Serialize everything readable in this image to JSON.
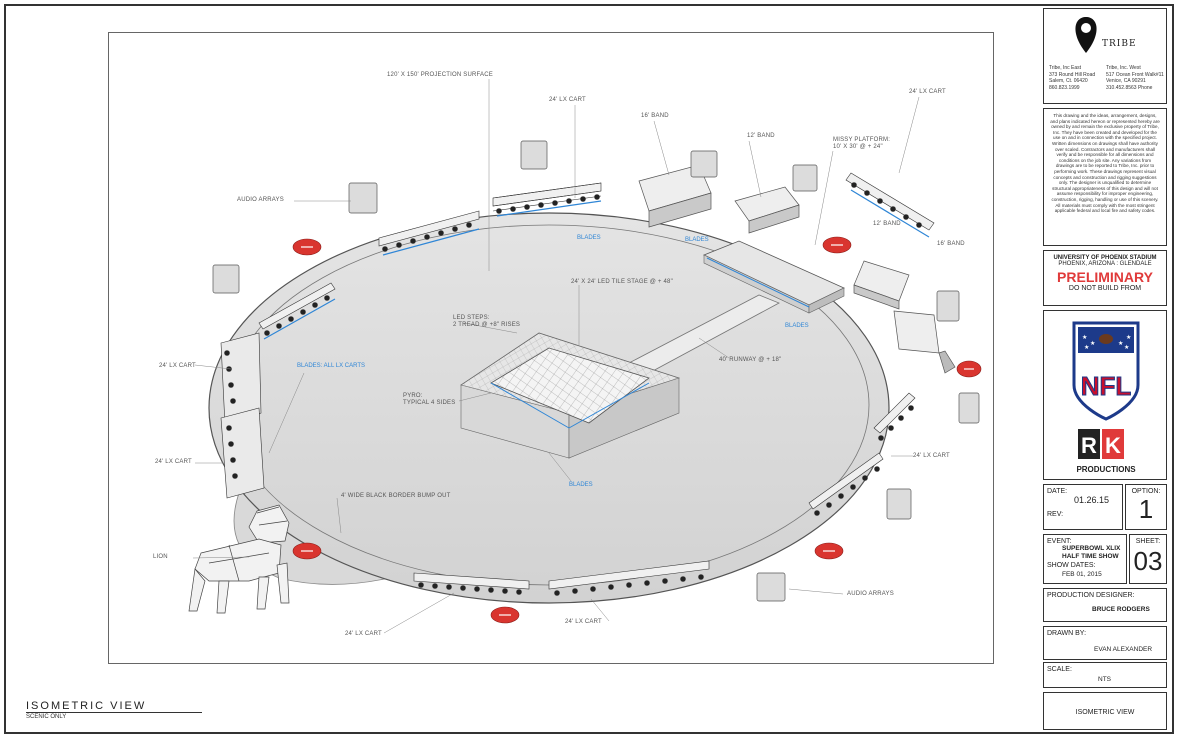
{
  "drawing": {
    "view_title": "ISOMETRIC VIEW",
    "view_subtitle": "SCENIC ONLY",
    "labels": {
      "projection_surface": "120' X 150' PROJECTION SURFACE",
      "lx_cart_top_center": "24' LX CART",
      "lx_cart_top_right": "24' LX CART",
      "band_16_top": "16' BAND",
      "band_12_top": "12' BAND",
      "missy_platform_line1": "MISSY PLATFORM:",
      "missy_platform_line2": "10' X 30' @ + 24\"",
      "band_12_right": "12' BAND",
      "band_16_right": "16' BAND",
      "audio_arrays_left": "AUDIO ARRAYS",
      "audio_arrays_bottom": "AUDIO ARRAYS",
      "led_tile_stage": "24' X 24' LED TILE STAGE @ + 48\"",
      "led_steps_line1": "LED STEPS:",
      "led_steps_line2": "2 TREAD @ +8\" RISES",
      "runway": "40' RUNWAY @ + 18\"",
      "pyro_line1": "PYRO:",
      "pyro_line2": "TYPICAL 4 SIDES",
      "lx_cart_left_upper": "24' LX CART",
      "lx_cart_left_lower": "24' LX CART",
      "lx_cart_right": "24' LX CART",
      "lx_cart_bottom_left": "24' LX CART",
      "lx_cart_bottom_center": "24' LX CART",
      "border_bump": "4' WIDE BLACK BORDER BUMP OUT",
      "lion": "LION"
    },
    "blue_labels": {
      "blades_top_1": "BLADES",
      "blades_top_2": "BLADES",
      "blades_right": "BLADES",
      "blades_left": "BLADES: ALL LX CARTS",
      "blades_center": "BLADES"
    }
  },
  "title_block": {
    "company_logo_text": "TRIBE",
    "east_name": "Tribe, Inc East",
    "east_addr1": "373 Round Hill Road",
    "east_addr2": "Salem, Ct. 06420",
    "east_phone": "860.823.1999",
    "west_name": "Tribe, Inc. West",
    "west_addr1": "517 Ocean Front Walk#11",
    "west_addr2": "Venice, CA 90291",
    "west_phone": "310.452.8563 Phone",
    "notes": "This drawing and the ideas, arrangement, designs, and plans indicated hereon or represented hereby are owned by and remain the exclusive property of Tribe, Inc. They have been created and developed for the use on and in connection with the specified project. Written dimensions on drawings shall have authority over scaled. Contractors and manufacturers shall verify and be responsible for all dimensions and conditions on the job site. Any variations from drawings are to be reported to Tribe, Inc. prior to performing work. These drawings represent visual concepts and construction and rigging suggestions only. The designer is unqualified to determine structural appropriateness of this design and will not assume responsibility for improper engineering, construction, rigging, handling or use of this scenery. All materials must comply with the most stringent applicable federal and local fire and safety codes.",
    "venue_line1": "UNIVERSITY OF PHOENIX STADIUM",
    "venue_line2": "PHOENIX, ARIZONA : GLENDALE",
    "status": "PRELIMINARY",
    "status_sub": "DO NOT BUILD FROM",
    "nfl_text": "NFL",
    "rk_text": "RK",
    "productions_text": "PRODUCTIONS",
    "date_label": "DATE:",
    "date_value": "01.26.15",
    "rev_label": "REV:",
    "option_label": "OPTION:",
    "option_value": "1",
    "event_label": "EVENT:",
    "event_line1": "SUPERBOWL XLIX",
    "event_line2": "HALF TIME SHOW",
    "show_dates_label": "SHOW DATES:",
    "show_dates_value": "FEB 01, 2015",
    "sheet_label": "SHEET:",
    "sheet_value": "03",
    "designer_label": "PRODUCTION DESIGNER:",
    "designer_value": "BRUCE RODGERS",
    "drawn_label": "DRAWN BY:",
    "drawn_value": "EVAN ALEXANDER",
    "scale_label": "SCALE:",
    "scale_value": "NTS",
    "view_name": "ISOMETRIC VIEW"
  },
  "colors": {
    "accent_blue": "#2f86d6",
    "preliminary_red": "#e03a3a",
    "pyro_red": "#d9352f",
    "nfl_blue": "#1d3a8a",
    "nfl_red": "#c8102e"
  }
}
